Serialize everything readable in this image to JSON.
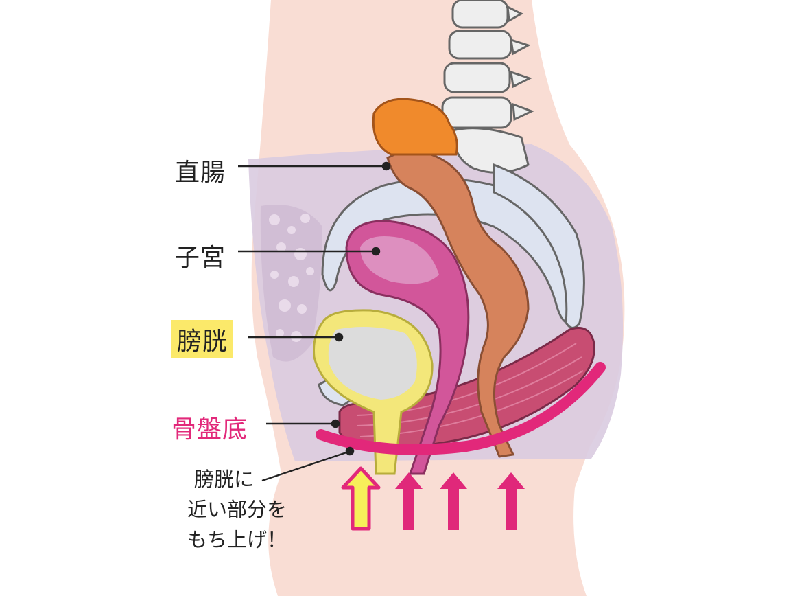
{
  "labels": {
    "rectum": "直腸",
    "uterus": "子宮",
    "bladder": "膀胱",
    "pelvic_floor": "骨盤底"
  },
  "note": {
    "line1": "膀胱に",
    "line2": "近い部分を",
    "line3": "もち上げ！"
  },
  "colors": {
    "skin": "#f9ddd4",
    "pelvis_band": "#d9cbe0",
    "bone": "#dde3f0",
    "rectum_top": "#f08a2c",
    "rectum": "#d6835c",
    "uterus": "#d2569a",
    "bladder_outer": "#f3e77a",
    "bladder_inner": "#dcdcdc",
    "pelvic_floor_muscle": "#c84d72",
    "pelvic_floor_curve": "#e2287a",
    "arrow_pink": "#e0287a",
    "arrow_yellow": "#f7ef5a",
    "label_highlight": "#fbe96a"
  }
}
